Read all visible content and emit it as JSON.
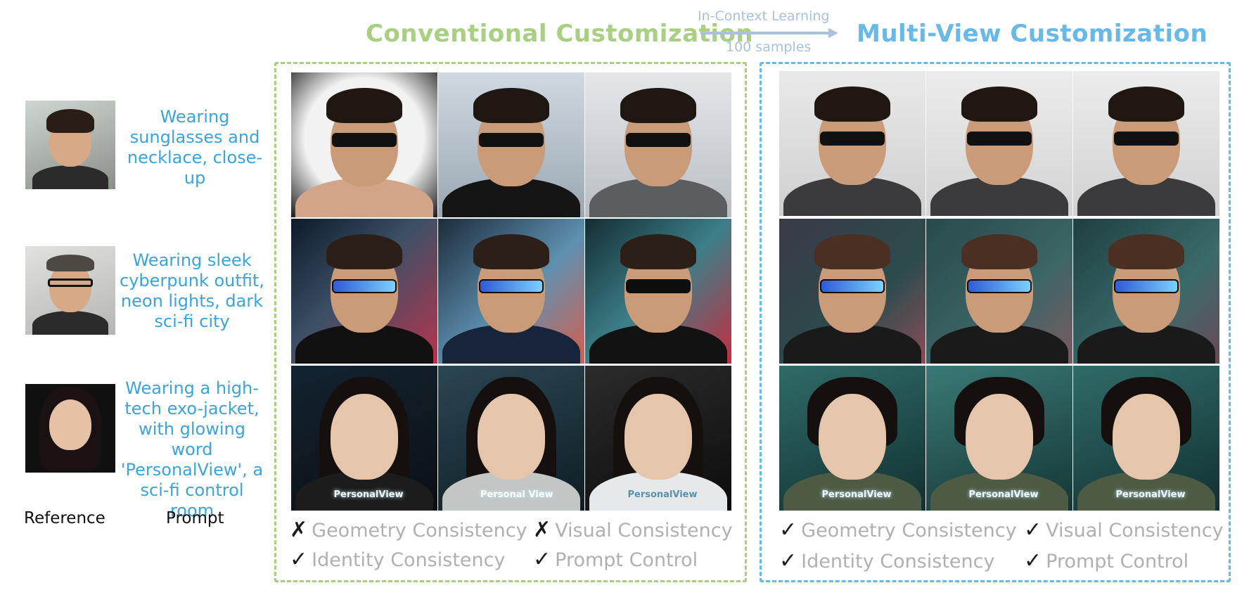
{
  "header": {
    "conventional_title": "Conventional Customization",
    "multiview_title": "Multi-View Customization",
    "arrow_label_top": "In-Context Learning",
    "arrow_label_bottom": "100 samples"
  },
  "colors": {
    "conventional": "#a9cf82",
    "multiview": "#68b9e8",
    "prompt_text": "#3aa4dd",
    "arrow": "#a8c1df",
    "criteria_text": "#b0b0b0"
  },
  "rows": [
    {
      "prompt": "Wearing sunglasses and necklace, close-up"
    },
    {
      "prompt": "Wearing sleek cyberpunk outfit, neon lights, dark sci-fi city"
    },
    {
      "prompt": "Wearing a high-tech exo-jacket, with glowing word 'PersonalView', a sci-fi control room",
      "suit_texts": {
        "c1": "PersonalView",
        "c2": "Personal View",
        "c3": "PersonalView",
        "m1": "PersonalView",
        "m2": "PersonalView",
        "m3": "PersonalView"
      }
    }
  ],
  "columns": {
    "reference_label": "Reference",
    "prompt_label": "Prompt"
  },
  "criteria": {
    "conventional": [
      {
        "mark": "✗",
        "label": "Geometry Consistency"
      },
      {
        "mark": "✗",
        "label": "Visual Consistency"
      },
      {
        "mark": "✓",
        "label": "Identity Consistency"
      },
      {
        "mark": "✓",
        "label": "Prompt Control"
      }
    ],
    "multiview": [
      {
        "mark": "✓",
        "label": "Geometry Consistency"
      },
      {
        "mark": "✓",
        "label": "Visual Consistency"
      },
      {
        "mark": "✓",
        "label": "Identity Consistency"
      },
      {
        "mark": "✓",
        "label": "Prompt Control"
      }
    ]
  }
}
